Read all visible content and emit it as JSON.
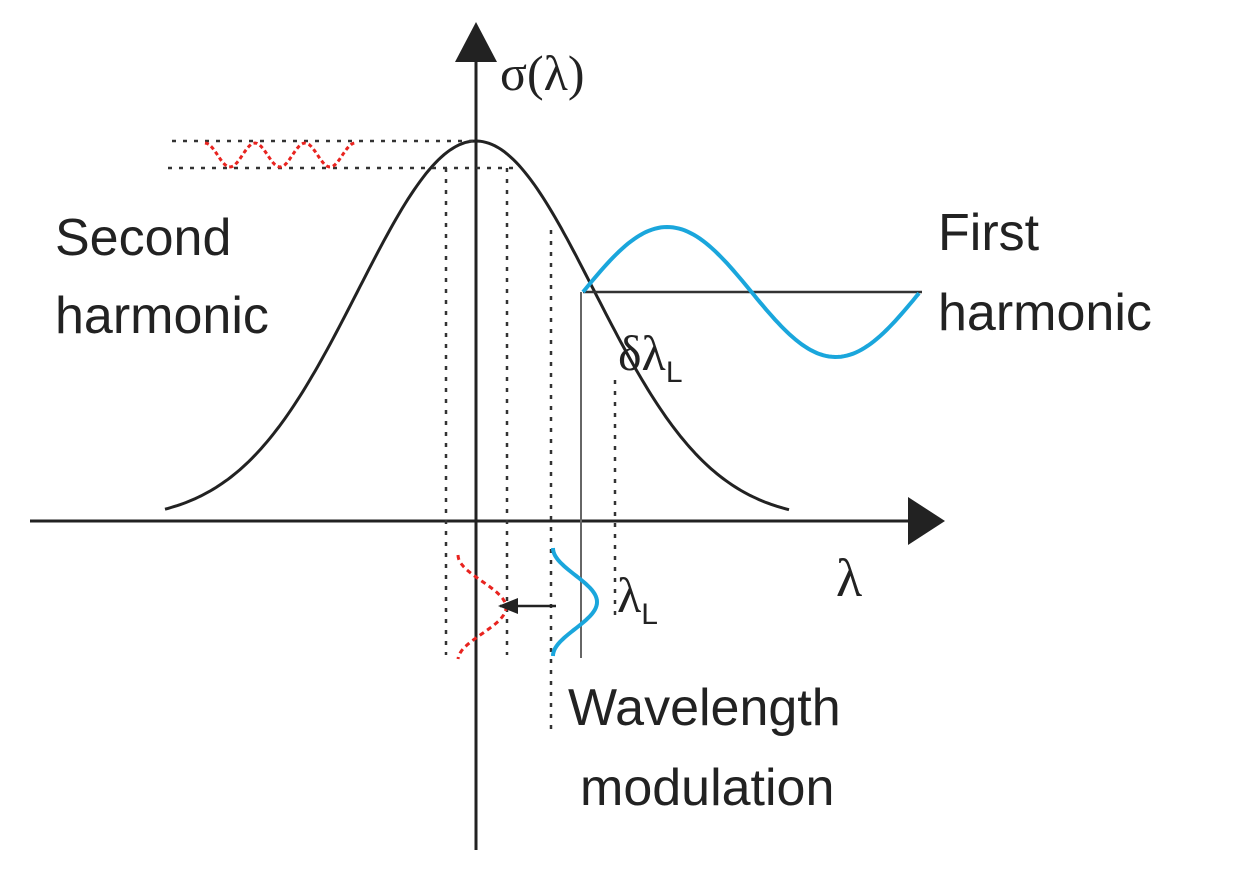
{
  "diagram": {
    "y_axis_label": "σ(λ)",
    "x_axis_label": "λ",
    "second_harmonic": {
      "line1": "Second",
      "line2": "harmonic"
    },
    "first_harmonic": {
      "line1": "First",
      "line2": "harmonic"
    },
    "delta_lambda": {
      "base": "δλ",
      "sub": "L"
    },
    "lambda_l": {
      "base": "λ",
      "sub": "L"
    },
    "wavelength_modulation": {
      "line1": "Wavelength",
      "line2": "modulation"
    },
    "colors": {
      "curve": "#222222",
      "first_harmonic": "#1aa6dc",
      "second_harmonic": "#e8231f"
    }
  }
}
